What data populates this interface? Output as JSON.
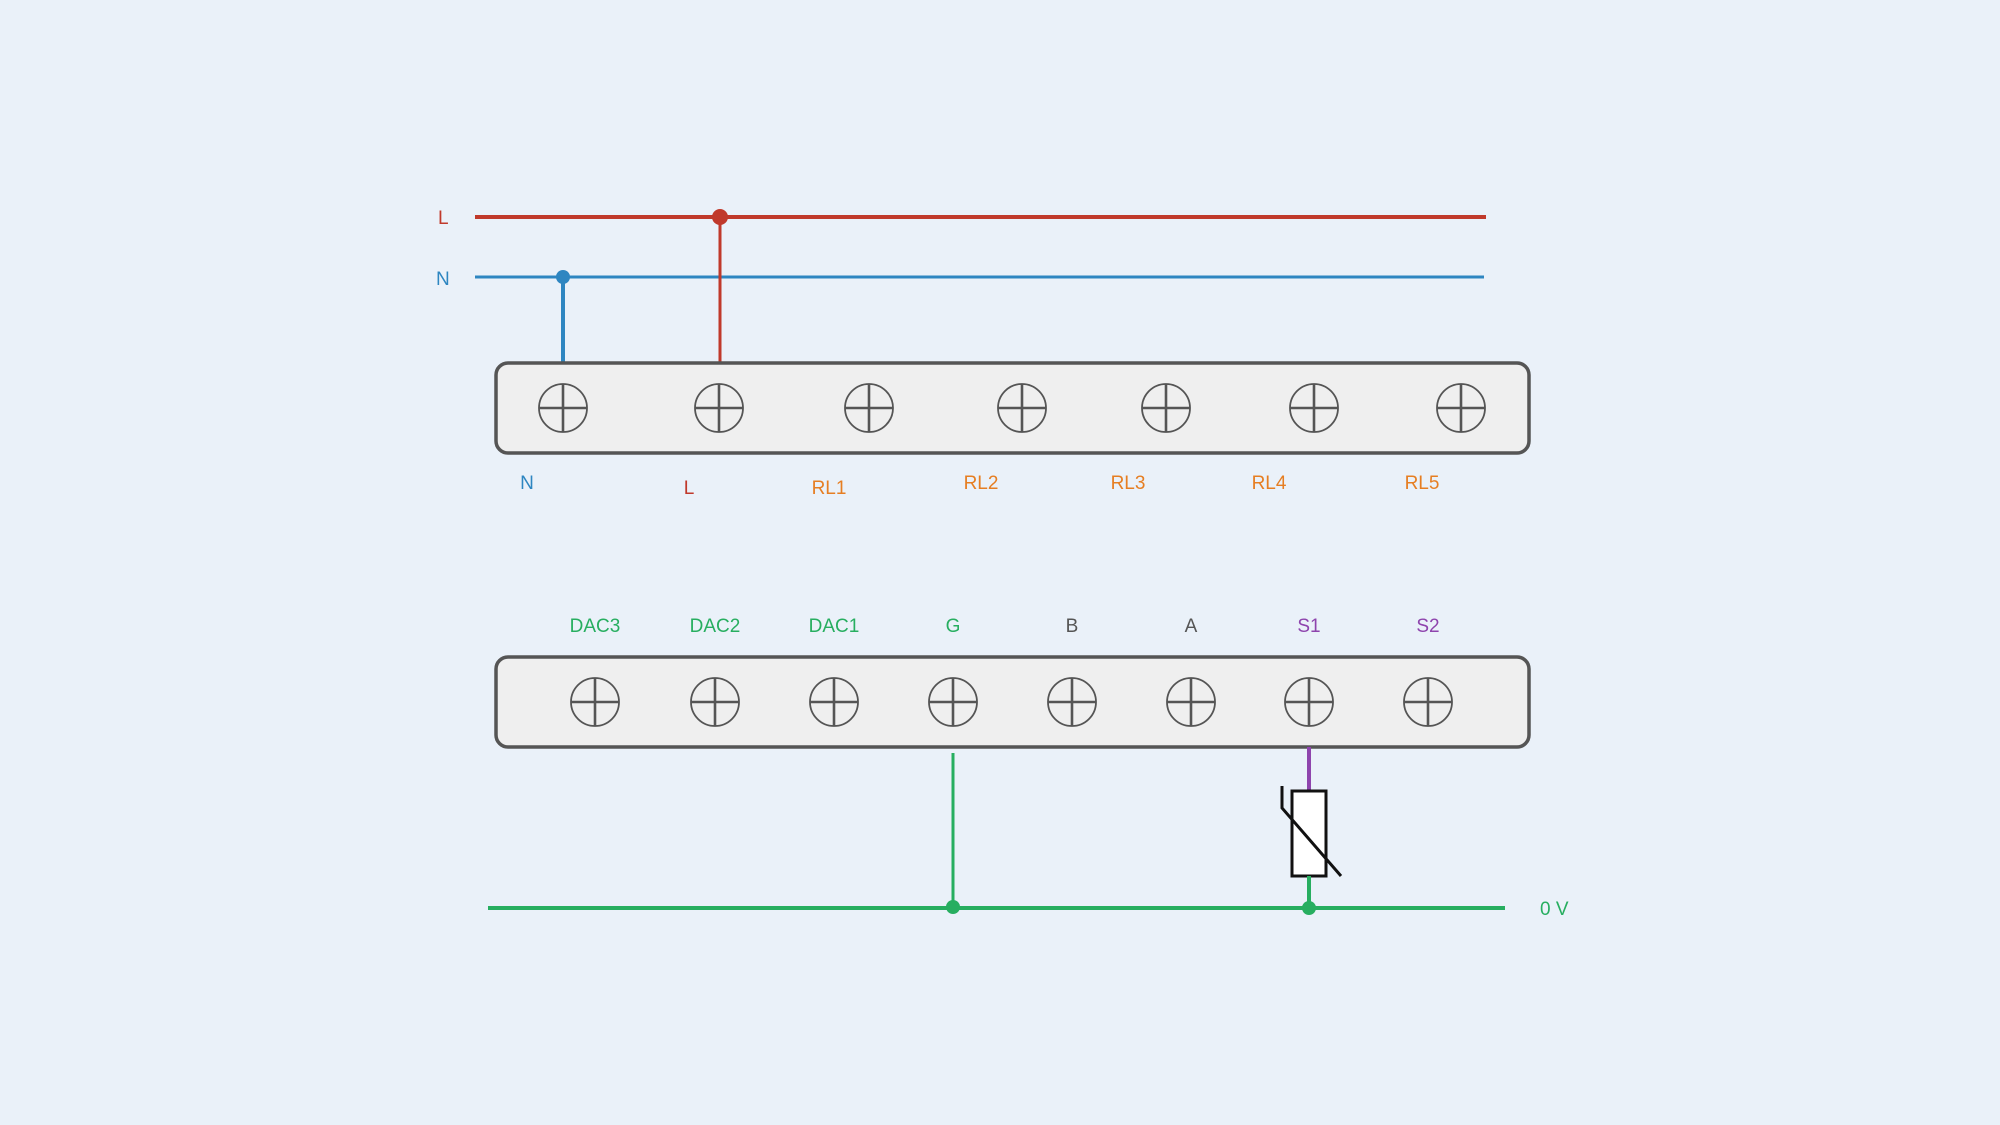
{
  "colors": {
    "background": "#eaf1f9",
    "live": "#c0392b",
    "neutral": "#2e86c1",
    "relay": "#e67e22",
    "ground": "#27ae60",
    "bus": "#555555",
    "sensor": "#8e44ad",
    "block_fill": "#efefef",
    "block_stroke": "#555555"
  },
  "rails": {
    "live": {
      "label": "L"
    },
    "neutral": {
      "label": "N"
    },
    "zero_volt": {
      "label": "0 V"
    }
  },
  "top_block": {
    "terminals": [
      {
        "label": "N",
        "color": "#2e86c1"
      },
      {
        "label": "L",
        "color": "#c0392b"
      },
      {
        "label": "RL1",
        "color": "#e67e22"
      },
      {
        "label": "RL2",
        "color": "#e67e22"
      },
      {
        "label": "RL3",
        "color": "#e67e22"
      },
      {
        "label": "RL4",
        "color": "#e67e22"
      },
      {
        "label": "RL5",
        "color": "#e67e22"
      }
    ]
  },
  "bottom_block": {
    "terminals": [
      {
        "label": "DAC3",
        "color": "#27ae60"
      },
      {
        "label": "DAC2",
        "color": "#27ae60"
      },
      {
        "label": "DAC1",
        "color": "#27ae60"
      },
      {
        "label": "G",
        "color": "#27ae60"
      },
      {
        "label": "B",
        "color": "#555555"
      },
      {
        "label": "A",
        "color": "#555555"
      },
      {
        "label": "S1",
        "color": "#8e44ad"
      },
      {
        "label": "S2",
        "color": "#8e44ad"
      }
    ]
  },
  "components": {
    "thermistor": {
      "icon": "thermistor-icon"
    }
  }
}
